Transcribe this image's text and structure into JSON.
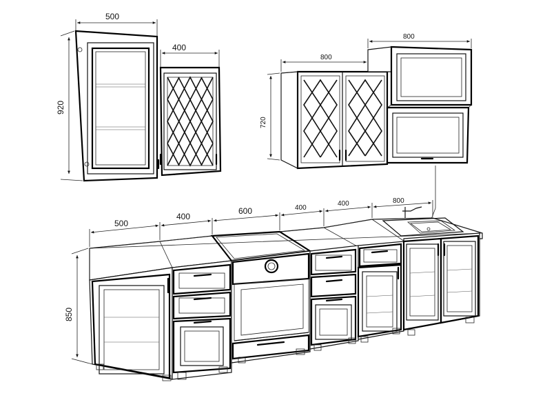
{
  "dimensions": {
    "upper_left_width": "500",
    "upper_left_narrow_width": "400",
    "upper_left_height": "920",
    "upper_mid_width": "800",
    "upper_mid_height": "720",
    "upper_right_width": "800",
    "base_1": "500",
    "base_2": "400",
    "base_3": "600",
    "base_4": "400",
    "base_5": "400",
    "base_6": "800",
    "base_height": "850"
  }
}
